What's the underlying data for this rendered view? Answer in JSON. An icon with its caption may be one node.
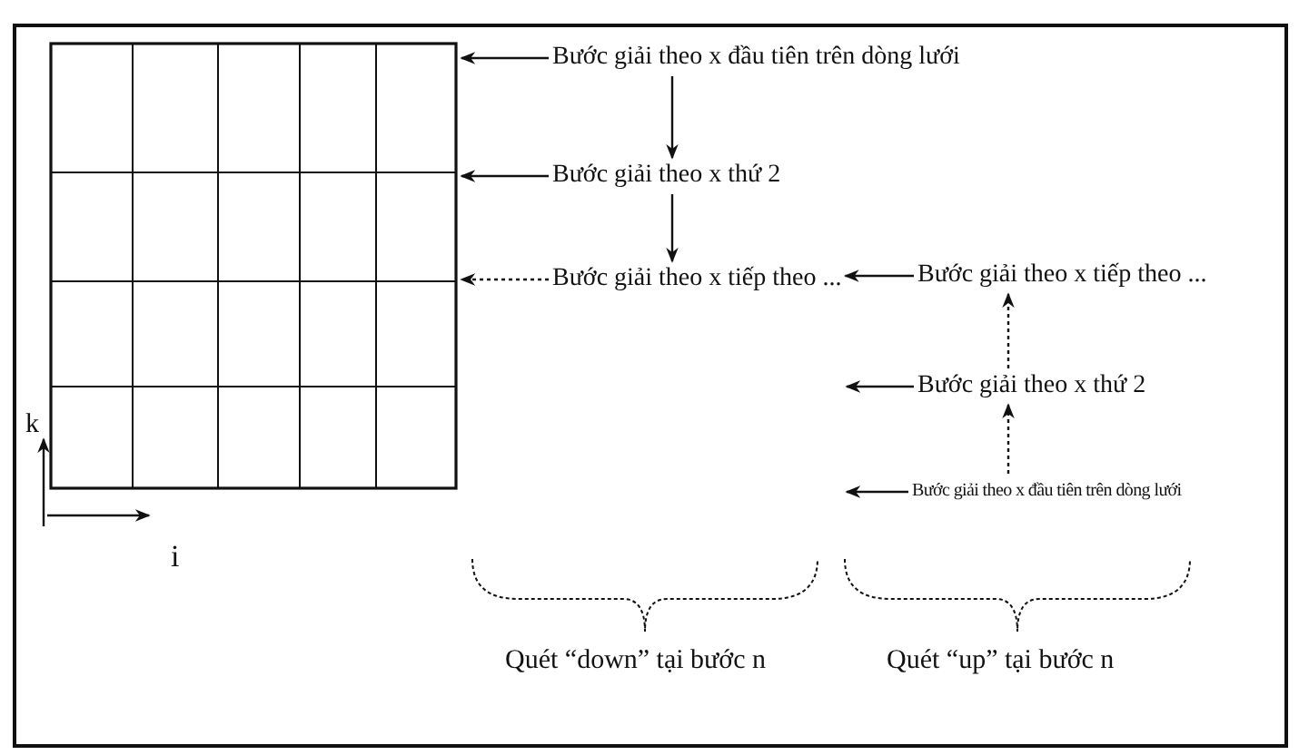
{
  "diagram": {
    "nodes": [
      {
        "text": [],
        "shape": "box"
      },
      {
        "text": [
          "Bước giải theo x đầu tiên trên dòng lưới"
        ]
      },
      {
        "text": [
          "Bước giải theo x thứ 2"
        ]
      },
      {
        "text": [
          "Bước giải theo x tiếp theo ..."
        ]
      },
      {
        "text": [
          "Bước giải theo x tiếp theo ..."
        ]
      },
      {
        "text": [
          "Bước giải theo x thứ 2"
        ]
      },
      {
        "text": [
          "Bước giải theo x đầu tiên trên dòng lưới"
        ]
      }
    ],
    "edges": [
      {
        "from": 1,
        "to": 0,
        "arrow": "to"
      },
      {
        "from": 2,
        "to": 0,
        "arrow": "to"
      },
      {
        "from": 3,
        "to": 0,
        "arrow": "to",
        "style": "dashed"
      },
      {
        "from": 1,
        "to": 2,
        "arrow": "to"
      },
      {
        "from": 2,
        "to": 3,
        "arrow": "to"
      },
      {
        "from": 4,
        "to": 3,
        "arrow": "to"
      },
      {
        "from": 5,
        "to": null,
        "arrow": "to"
      },
      {
        "from": 6,
        "to": null,
        "arrow": "to"
      },
      {
        "from": 6,
        "to": 5,
        "arrow": "to",
        "style": "dashed"
      },
      {
        "from": 5,
        "to": 4,
        "arrow": "to",
        "style": "dashed"
      }
    ],
    "labels": [
      "k",
      "i",
      "Quét “down” tại bước n",
      "Quét “up” tại bước n"
    ]
  }
}
